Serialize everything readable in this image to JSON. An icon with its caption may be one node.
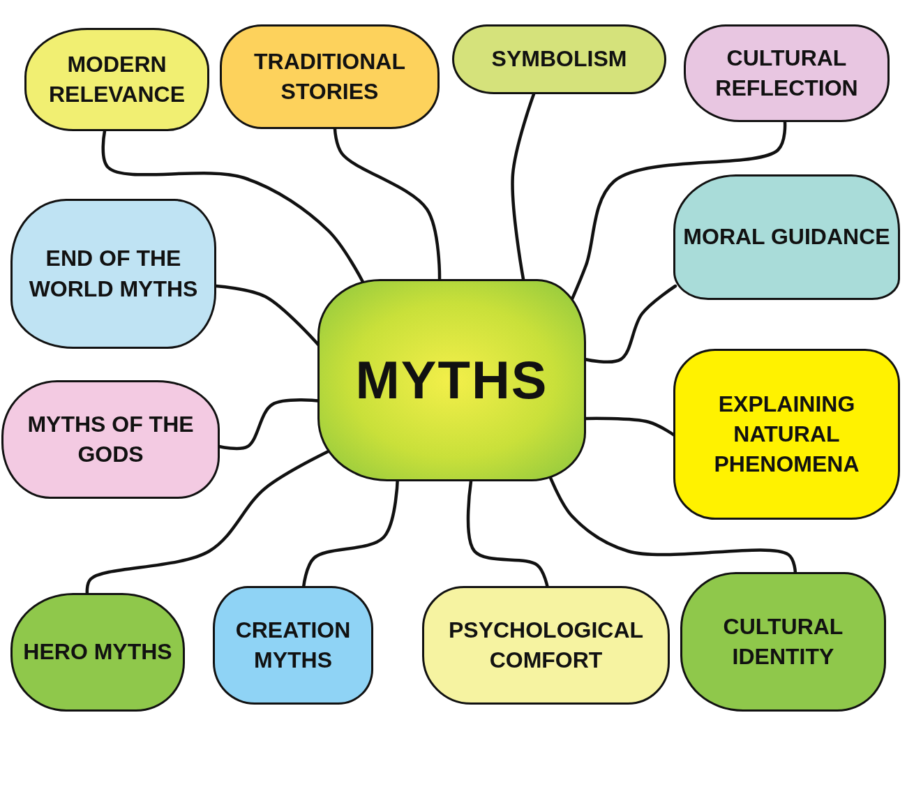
{
  "diagram": {
    "nodes": [
      {
        "text": [
          "MYTHS"
        ]
      },
      {
        "text": [
          "MODERN RELEVANCE"
        ]
      },
      {
        "text": [
          "TRADITIONAL STORIES"
        ]
      },
      {
        "text": [
          "SYMBOLISM"
        ]
      },
      {
        "text": [
          "CULTURAL REFLECTION"
        ]
      },
      {
        "text": [
          "END OF THE WORLD MYTHS"
        ]
      },
      {
        "text": [
          "MORAL GUIDANCE"
        ]
      },
      {
        "text": [
          "MYTHS OF THE GODS"
        ]
      },
      {
        "text": [
          "EXPLAINING NATURAL PHENOMENA"
        ]
      },
      {
        "text": [
          "HERO MYTHS"
        ]
      },
      {
        "text": [
          "CREATION MYTHS"
        ]
      },
      {
        "text": [
          "PSYCHOLOGICAL COMFORT"
        ]
      },
      {
        "text": [
          "CULTURAL IDENTITY"
        ]
      }
    ],
    "edges": [
      {
        "from": 0,
        "to": 1,
        "arrow": "none"
      },
      {
        "from": 0,
        "to": 2,
        "arrow": "none"
      },
      {
        "from": 0,
        "to": 3,
        "arrow": "none"
      },
      {
        "from": 0,
        "to": 4,
        "arrow": "none"
      },
      {
        "from": 0,
        "to": 5,
        "arrow": "none"
      },
      {
        "from": 0,
        "to": 6,
        "arrow": "none"
      },
      {
        "from": 0,
        "to": 7,
        "arrow": "none"
      },
      {
        "from": 0,
        "to": 8,
        "arrow": "none"
      },
      {
        "from": 0,
        "to": 9,
        "arrow": "none"
      },
      {
        "from": 0,
        "to": 10,
        "arrow": "none"
      },
      {
        "from": 0,
        "to": 11,
        "arrow": "none"
      },
      {
        "from": 0,
        "to": 12,
        "arrow": "none"
      }
    ]
  }
}
